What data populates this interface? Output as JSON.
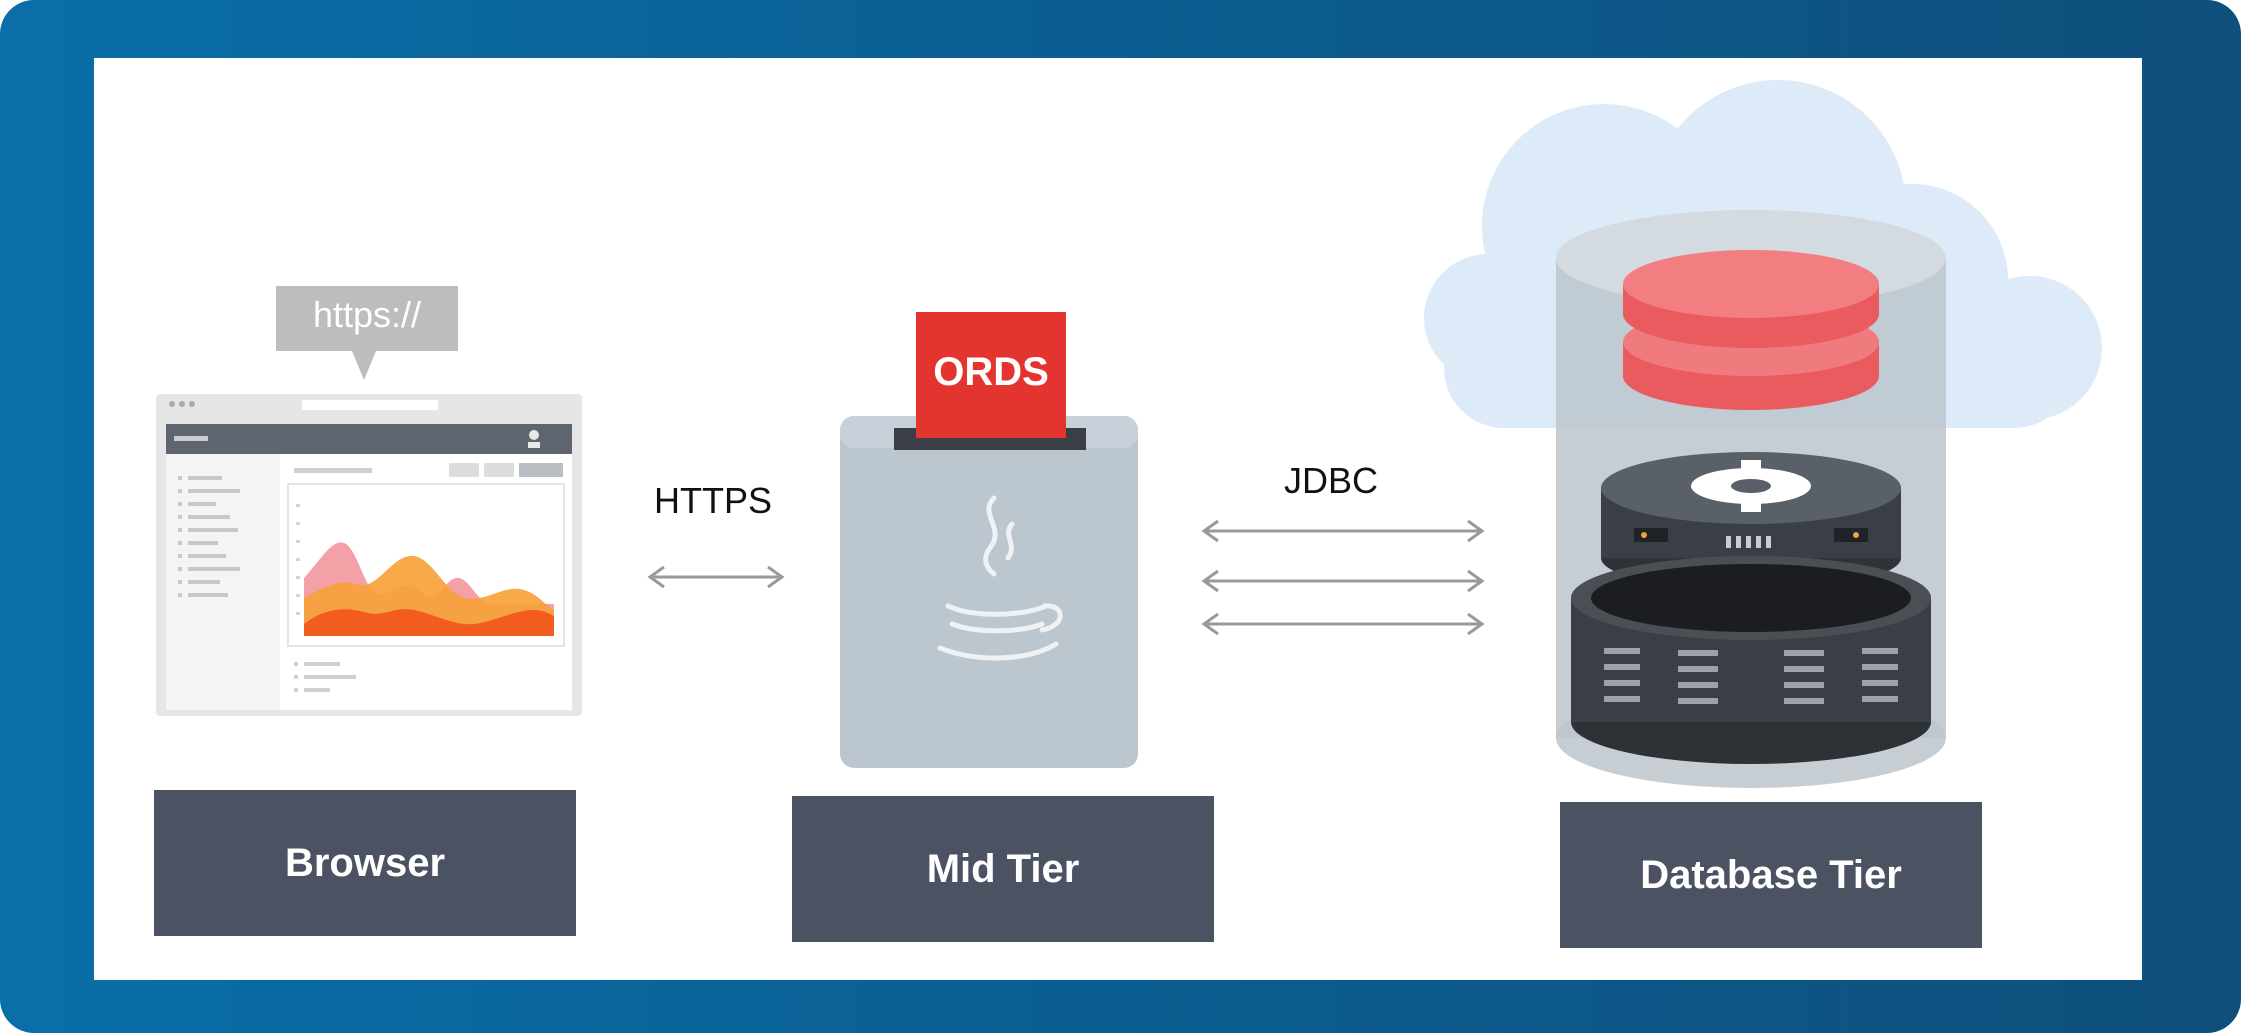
{
  "browser": {
    "address_bubble": "https://",
    "label": "Browser"
  },
  "mid_tier": {
    "badge": "ORDS",
    "label": "Mid Tier"
  },
  "database_tier": {
    "label": "Database Tier"
  },
  "connections": {
    "browser_to_mid": "HTTPS",
    "mid_to_db": "JDBC"
  },
  "icons": {
    "browser": "browser-window-icon",
    "java": "java-cup-icon",
    "cloud": "cloud-icon",
    "database": "database-stack-icon",
    "gear": "gear-icon"
  },
  "colors": {
    "frame": "#0a6fa8",
    "label_box": "#4b5262",
    "ords_red": "#e3342f",
    "arrow": "#9a9a9a",
    "cloud": "#dcebf7"
  }
}
